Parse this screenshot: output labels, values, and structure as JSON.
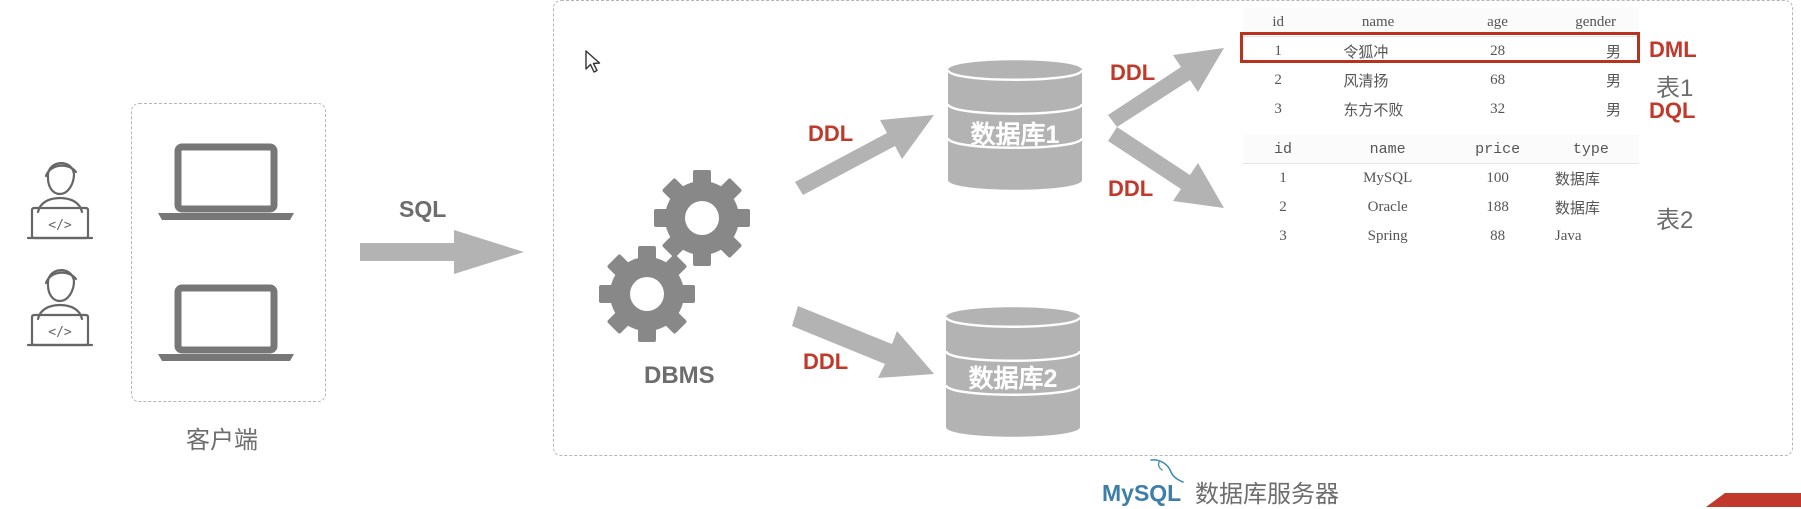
{
  "client": {
    "label": "客户端"
  },
  "sql_label": "SQL",
  "server": {
    "dbms_label": "DBMS",
    "databases": [
      {
        "label": "数据库1"
      },
      {
        "label": "数据库2"
      }
    ],
    "arrow_labels": [
      "DDL",
      "DDL",
      "DDL",
      "DDL"
    ],
    "footer_logo": "MySQL",
    "footer_label": "数据库服务器"
  },
  "table1": {
    "tag": "表1",
    "columns": [
      "id",
      "name",
      "age",
      "gender"
    ],
    "rows": [
      [
        "1",
        "令狐冲",
        "28",
        "男"
      ],
      [
        "2",
        "风清扬",
        "68",
        "男"
      ],
      [
        "3",
        "东方不败",
        "32",
        "男"
      ]
    ]
  },
  "table2": {
    "tag": "表2",
    "columns": [
      "id",
      "name",
      "price",
      "type"
    ],
    "rows": [
      [
        "1",
        "MySQL",
        "100",
        "数据库"
      ],
      [
        "2",
        "Oracle",
        "188",
        "数据库"
      ],
      [
        "3",
        "Spring",
        "88",
        "Java"
      ]
    ]
  },
  "ops": {
    "dml": "DML",
    "dql": "DQL"
  },
  "colors": {
    "accent_red": "#c0392b",
    "gray": "#6d6d6d",
    "shape_gray": "#b3b3b3"
  },
  "icons": [
    "developer-icon",
    "laptop-icon",
    "gear-icon",
    "database-icon",
    "mysql-dolphin-icon",
    "cursor-icon"
  ]
}
